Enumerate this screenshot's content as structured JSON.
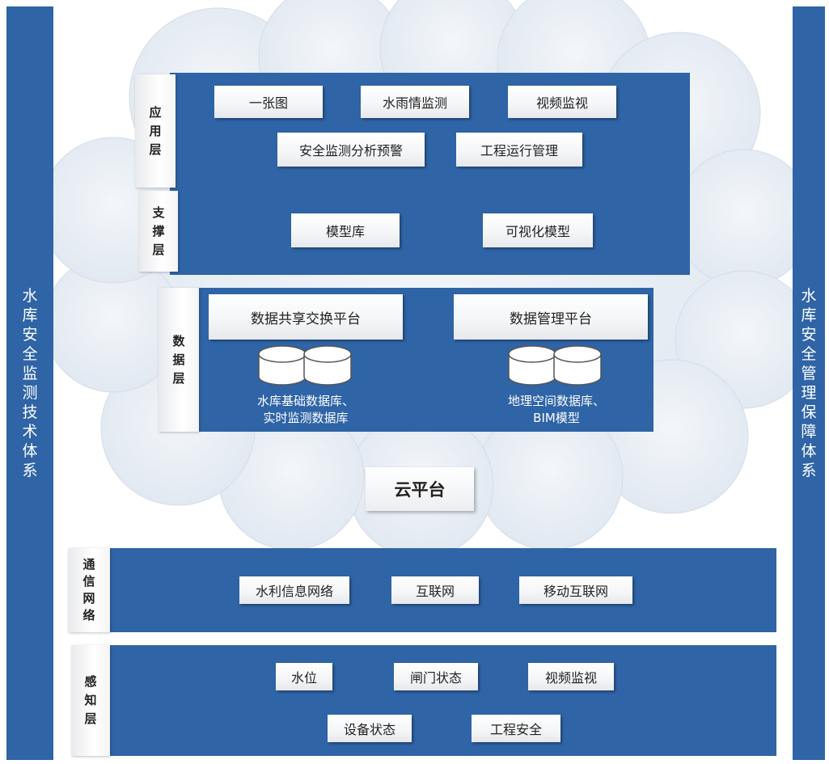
{
  "left_bar": "水库安全监测技术体系",
  "right_bar": "水库安全管理保障体系",
  "application_layer": {
    "label": "应用层",
    "items": [
      "一张图",
      "水雨情监测",
      "视频监视",
      "安全监测分析预警",
      "工程运行管理"
    ]
  },
  "support_layer": {
    "label": "支撑层",
    "items": [
      "模型库",
      "可视化模型"
    ]
  },
  "data_layer": {
    "label": "数据层",
    "platforms": [
      "数据共享交换平台",
      "数据管理平台"
    ],
    "databases": [
      {
        "line1": "水库基础数据库、",
        "line2": "实时监测数据库"
      },
      {
        "line1": "地理空间数据库、",
        "line2": "BIM模型"
      }
    ]
  },
  "cloud_platform": "云平台",
  "network_layer": {
    "label": "通信网络",
    "items": [
      "水利信息网络",
      "互联网",
      "移动互联网"
    ]
  },
  "perception_layer": {
    "label": "感知层",
    "items": [
      "水位",
      "闸门状态",
      "视频监视",
      "设备状态",
      "工程安全"
    ]
  },
  "colors": {
    "layer_blue": "#2f64a6",
    "cloud": "#e8eef5",
    "box": "#f4f5f7"
  }
}
